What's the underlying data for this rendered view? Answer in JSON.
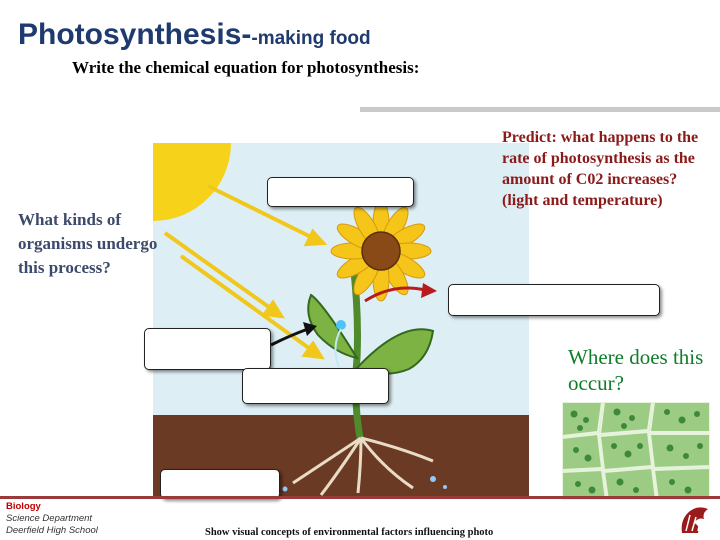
{
  "title": {
    "main": "Photosynthesis-",
    "sub": "-making food"
  },
  "subtitle": "Write the chemical equation for photosynthesis:",
  "left_question": "What kinds of organisms undergo this process?",
  "predict": "Predict: what happens to the rate of photosynthesis as the amount of C02 increases? (light and temperature)",
  "where_question": "Where does this occur?",
  "credit": {
    "subject": "Biology",
    "dept": "Science Department",
    "school": "Deerfield High School"
  },
  "caption": "Show visual concepts of environmental factors influencing photo",
  "colors": {
    "title": "#1f3a6e",
    "predict": "#8b1a1a",
    "where": "#0f7d2a",
    "sun": "#f7d21a",
    "soil": "#6b3a24",
    "sky": "#ddeff5"
  }
}
